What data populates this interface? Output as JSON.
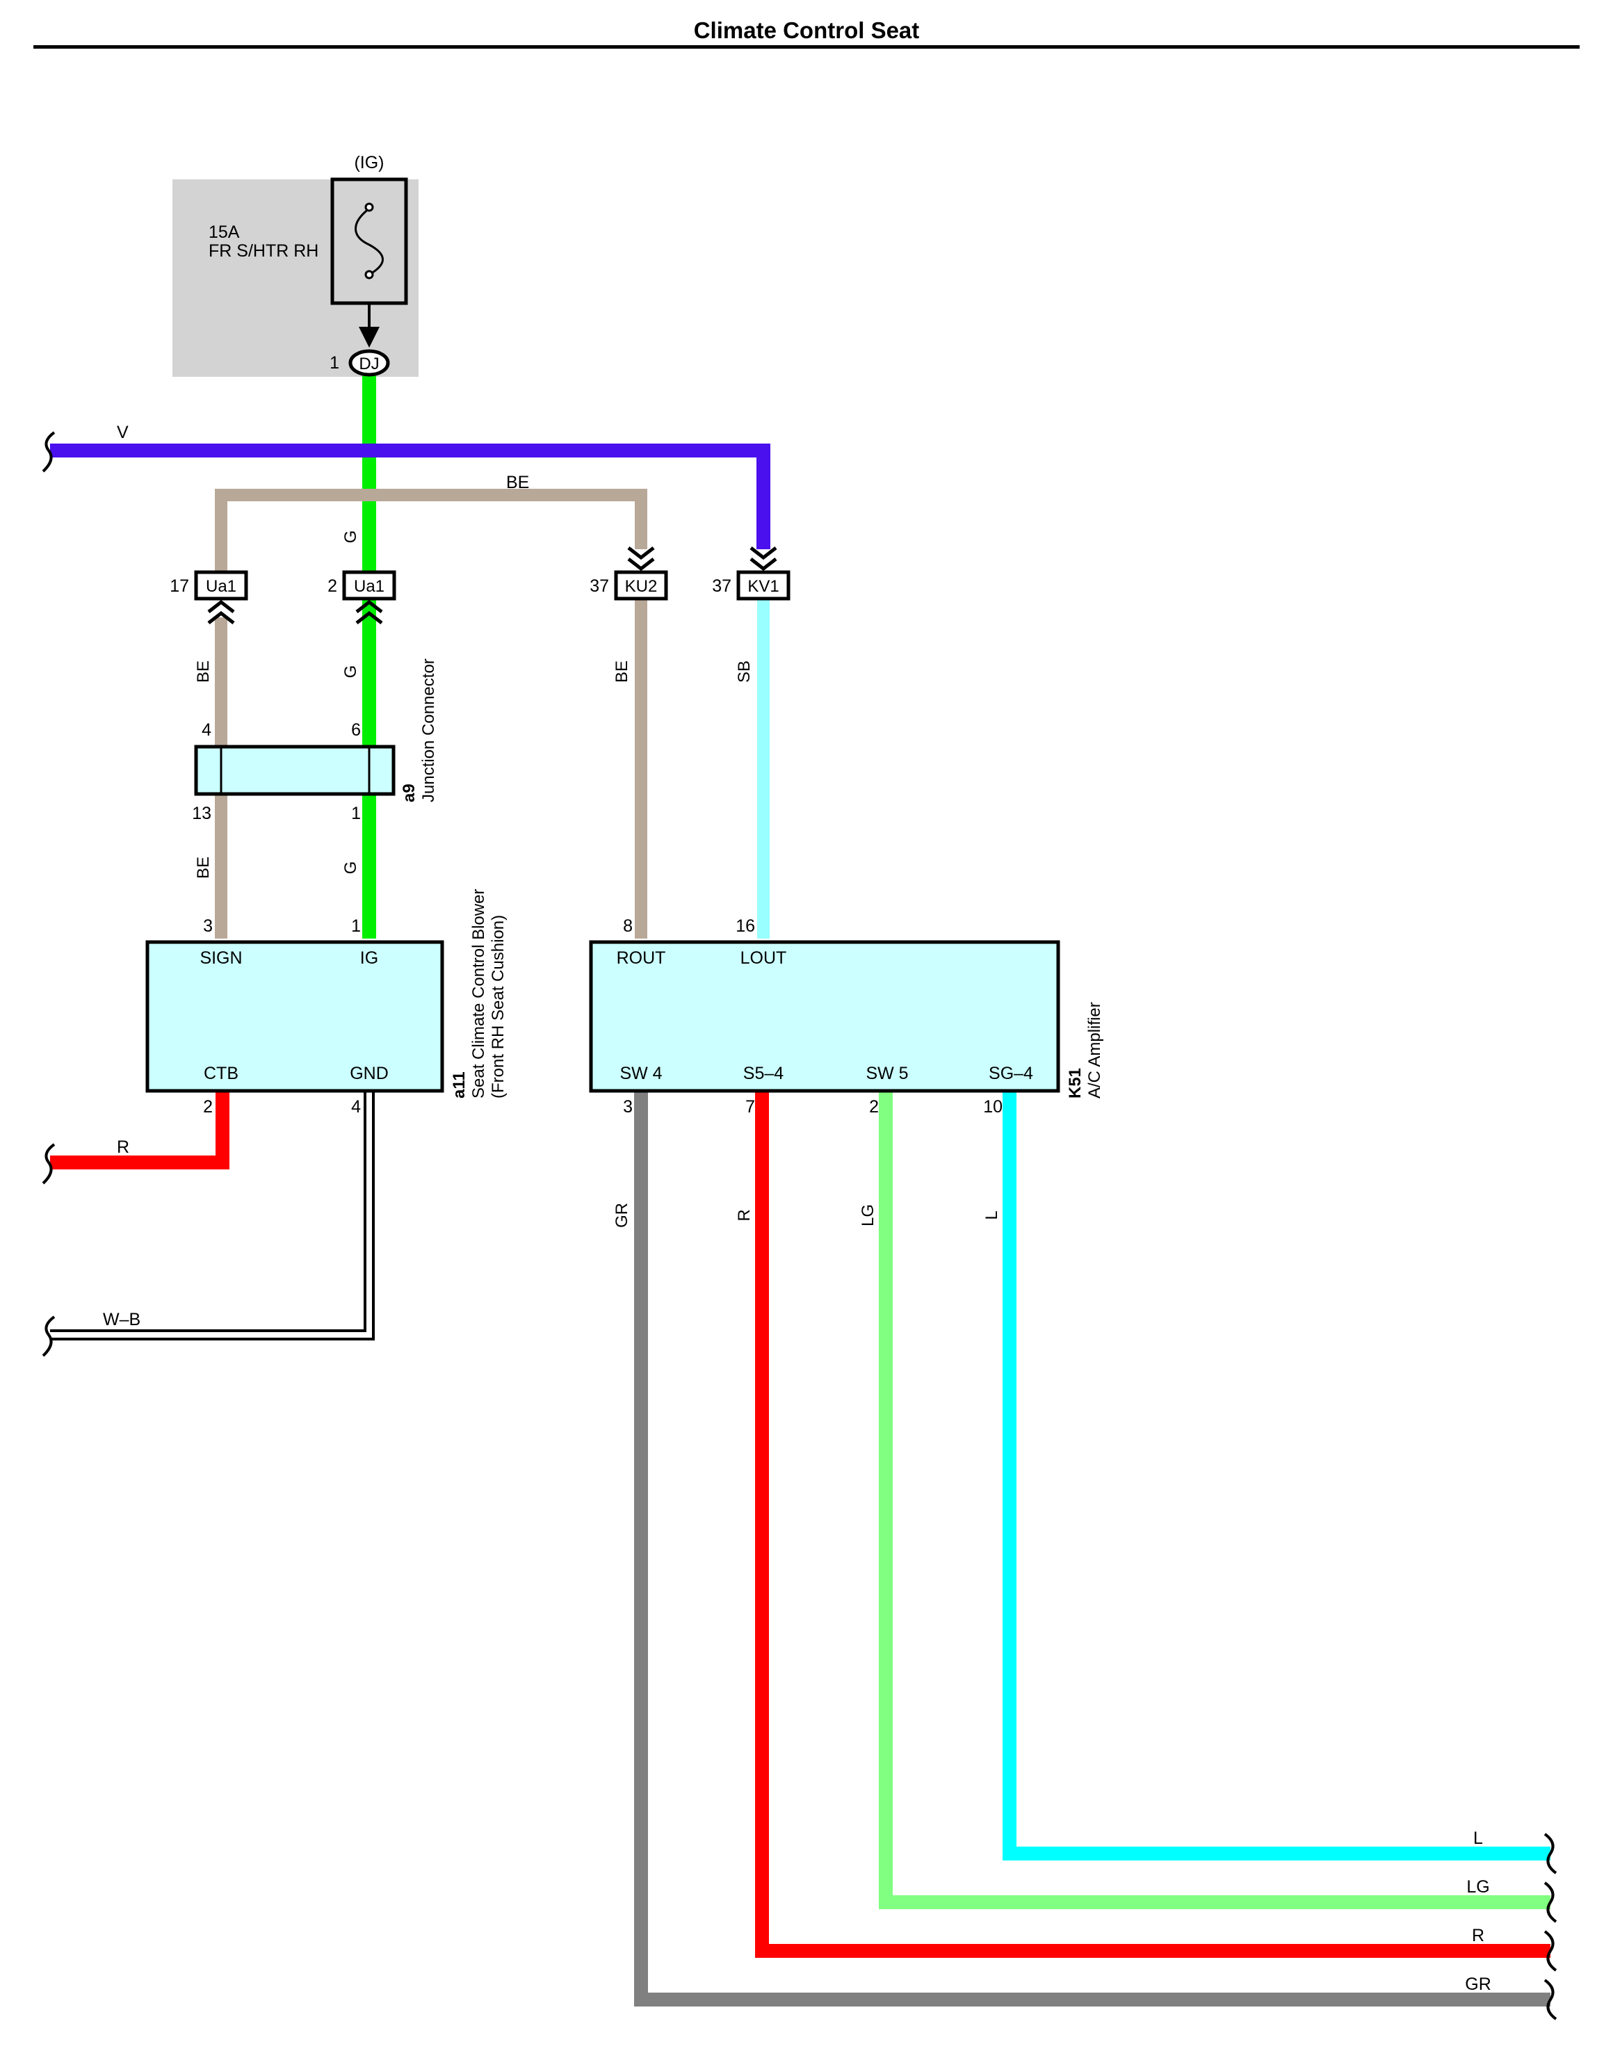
{
  "title": "Climate Control Seat",
  "fuse": {
    "supply": "(IG)",
    "rating": "15A",
    "name": "FR S/HTR RH",
    "connector_pin": "1",
    "connector_id": "DJ"
  },
  "wires": {
    "v_label": "V",
    "be_label": "BE",
    "g_label": "G",
    "sb_label": "SB",
    "r_label": "R",
    "wb_label": "W–B",
    "gr_label": "GR",
    "lg_label": "LG",
    "l_label": "L"
  },
  "inline_connectors": [
    {
      "pin": "17",
      "id": "Ua1"
    },
    {
      "pin": "2",
      "id": "Ua1"
    },
    {
      "pin": "37",
      "id": "KU2"
    },
    {
      "pin": "37",
      "id": "KV1"
    }
  ],
  "junction": {
    "code": "a9",
    "name": "Junction Connector",
    "pin_top_left": "4",
    "pin_top_right": "6",
    "pin_bottom_left": "13",
    "pin_bottom_right": "1"
  },
  "blower": {
    "code": "a11",
    "name_line1": "Seat Climate Control Blower",
    "name_line2": "(Front RH Seat Cushion)",
    "pin_sign": "3",
    "pin_ig": "1",
    "pin_ctb": "2",
    "pin_gnd": "4",
    "term_sign": "SIGN",
    "term_ig": "IG",
    "term_ctb": "CTB",
    "term_gnd": "GND"
  },
  "amplifier": {
    "code": "K51",
    "name": "A/C Amplifier",
    "pin_rout": "8",
    "pin_lout": "16",
    "pin_sw4": "3",
    "pin_s54": "7",
    "pin_sw5": "2",
    "pin_sg4": "10",
    "term_rout": "ROUT",
    "term_lout": "LOUT",
    "term_sw4": "SW 4",
    "term_s54": "S5–4",
    "term_sw5": "SW 5",
    "term_sg4": "SG–4"
  },
  "colors": {
    "green": "#00ee00",
    "violet": "#4a10ee",
    "beige": "#b8a898",
    "sky": "#99ffff",
    "red": "#ff0000",
    "gray": "#808080",
    "light_green": "#80ff80",
    "cyan": "#00ffff",
    "box_fill": "#ccffff",
    "fuse_bg": "#d3d3d3"
  }
}
